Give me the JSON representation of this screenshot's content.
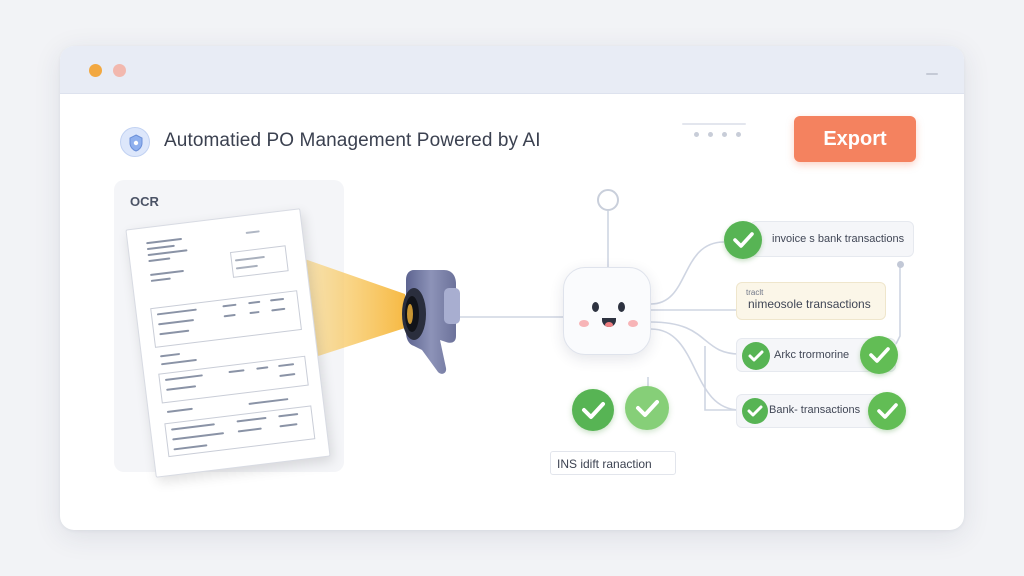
{
  "window": {
    "title": "Automatied PO Management Powered by AI",
    "export_label": "Export"
  },
  "ocr": {
    "label": "OCR"
  },
  "pipeline": {
    "rows": [
      {
        "label": "invoice s bank transactions"
      },
      {
        "sublabel": "traclt",
        "label": "nimeosole transactions"
      },
      {
        "label": "Arkc trormorine"
      },
      {
        "label": "Bank- transactions"
      }
    ],
    "footer_label": "INS  idift ranaction"
  },
  "colors": {
    "accent": "#f4825f",
    "check_green": "#5cb85c",
    "check_light_green": "#7ccd72",
    "beam": "#f6c55a"
  },
  "icons": [
    "shield-logo-icon",
    "scanner-icon",
    "robot-face-icon",
    "checkmark-icon"
  ]
}
